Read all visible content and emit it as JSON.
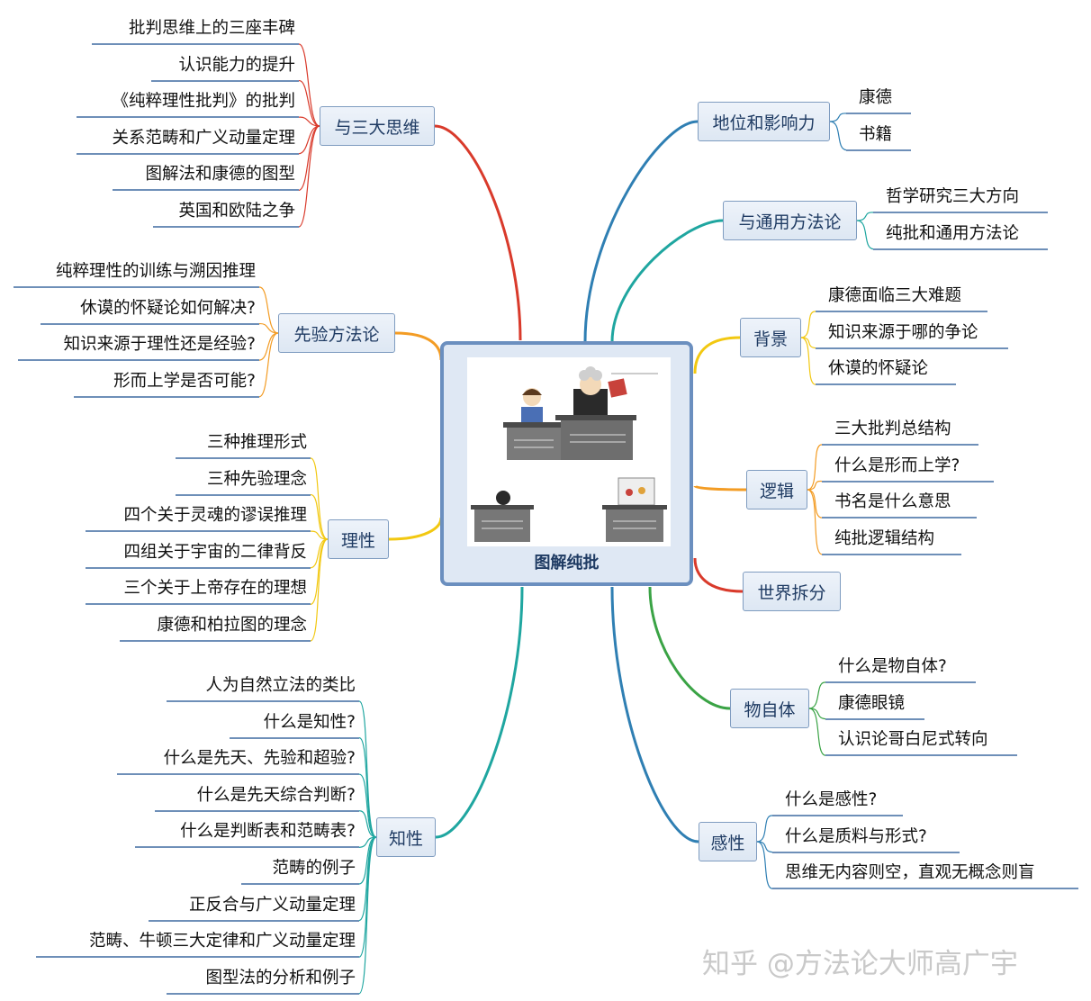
{
  "center": {
    "title": "图解纯批"
  },
  "branches": [
    {
      "label": "与三大思维",
      "items": [
        "批判思维上的三座丰碑",
        "认识能力的提升",
        "《纯粹理性批判》的批判",
        "关系范畴和广义动量定理",
        "图解法和康德的图型",
        "英国和欧陆之争"
      ]
    },
    {
      "label": "先验方法论",
      "items": [
        "纯粹理性的训练与溯因推理",
        "休谟的怀疑论如何解决?",
        "知识来源于理性还是经验?",
        "形而上学是否可能?"
      ]
    },
    {
      "label": "理性",
      "items": [
        "三种推理形式",
        "三种先验理念",
        "四个关于灵魂的谬误推理",
        "四组关于宇宙的二律背反",
        "三个关于上帝存在的理想",
        "康德和柏拉图的理念"
      ]
    },
    {
      "label": "知性",
      "items": [
        "人为自然立法的类比",
        "什么是知性?",
        "什么是先天、先验和超验?",
        "什么是先天综合判断?",
        "什么是判断表和范畴表?",
        "范畴的例子",
        "正反合与广义动量定理",
        "范畴、牛顿三大定律和广义动量定理",
        "图型法的分析和例子"
      ]
    },
    {
      "label": "地位和影响力",
      "items": [
        "康德",
        "书籍"
      ]
    },
    {
      "label": "与通用方法论",
      "items": [
        "哲学研究三大方向",
        "纯批和通用方法论"
      ]
    },
    {
      "label": "背景",
      "items": [
        "康德面临三大难题",
        "知识来源于哪的争论",
        "休谟的怀疑论"
      ]
    },
    {
      "label": "逻辑",
      "items": [
        "三大批判总结构",
        "什么是形而上学?",
        "书名是什么意思",
        "纯批逻辑结构"
      ]
    },
    {
      "label": "世界拆分",
      "items": []
    },
    {
      "label": "物自体",
      "items": [
        "什么是物自体?",
        "康德眼镜",
        "认识论哥白尼式转向"
      ]
    },
    {
      "label": "感性",
      "items": [
        "什么是感性?",
        "什么是质料与形式?",
        "思维无内容则空，直观无概念则盲"
      ]
    }
  ],
  "colors": {
    "red": "#d93a2b",
    "orange": "#f39c24",
    "yellow": "#f2c811",
    "teal": "#1fa6a0",
    "blue": "#2f7fb3",
    "green": "#3aa345"
  },
  "watermark": "知乎 @方法论大师高广宇"
}
